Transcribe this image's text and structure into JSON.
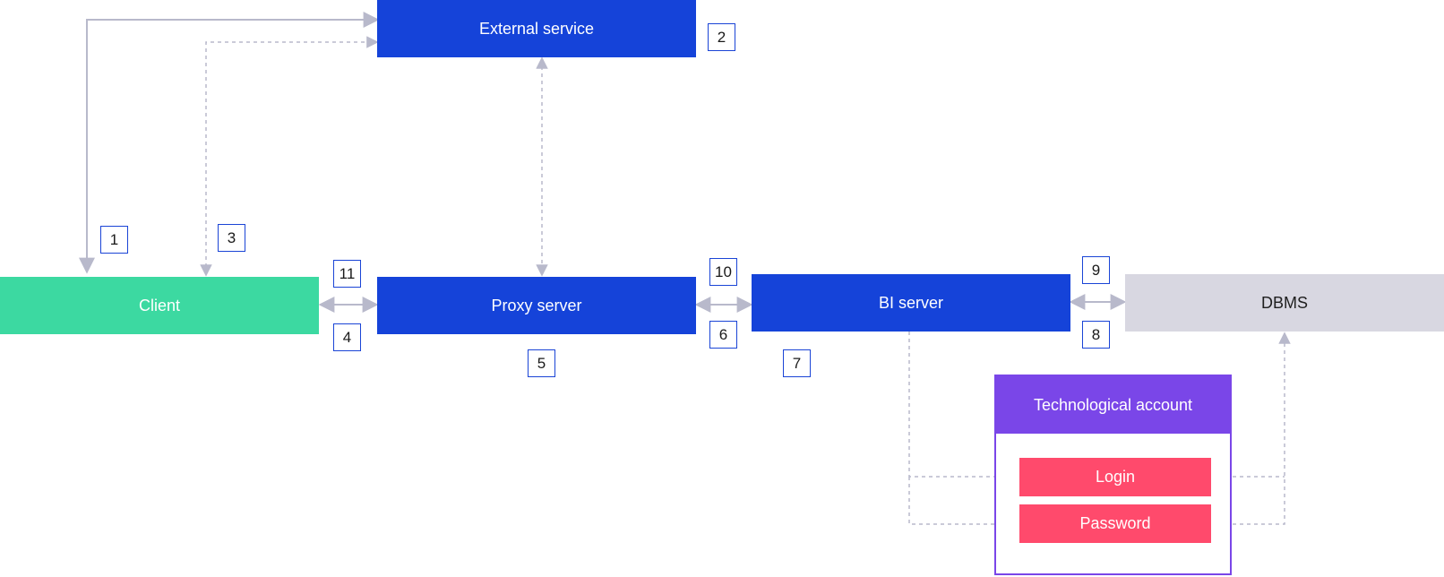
{
  "nodes": {
    "external_service": "External service",
    "client": "Client",
    "proxy_server": "Proxy server",
    "bi_server": "BI server",
    "dbms": "DBMS",
    "tech_account": "Technological account",
    "login": "Login",
    "password": "Password"
  },
  "badges": {
    "b1": "1",
    "b2": "2",
    "b3": "3",
    "b4": "4",
    "b5": "5",
    "b6": "6",
    "b7": "7",
    "b8": "8",
    "b9": "9",
    "b10": "10",
    "b11": "11"
  },
  "colors": {
    "blue": "#1543d9",
    "green": "#3cd9a1",
    "grey": "#d8d7e1",
    "purple": "#7a46e8",
    "red": "#ff4a6c",
    "connector": "#b8b9cb",
    "badge_border": "#1a44d6"
  }
}
